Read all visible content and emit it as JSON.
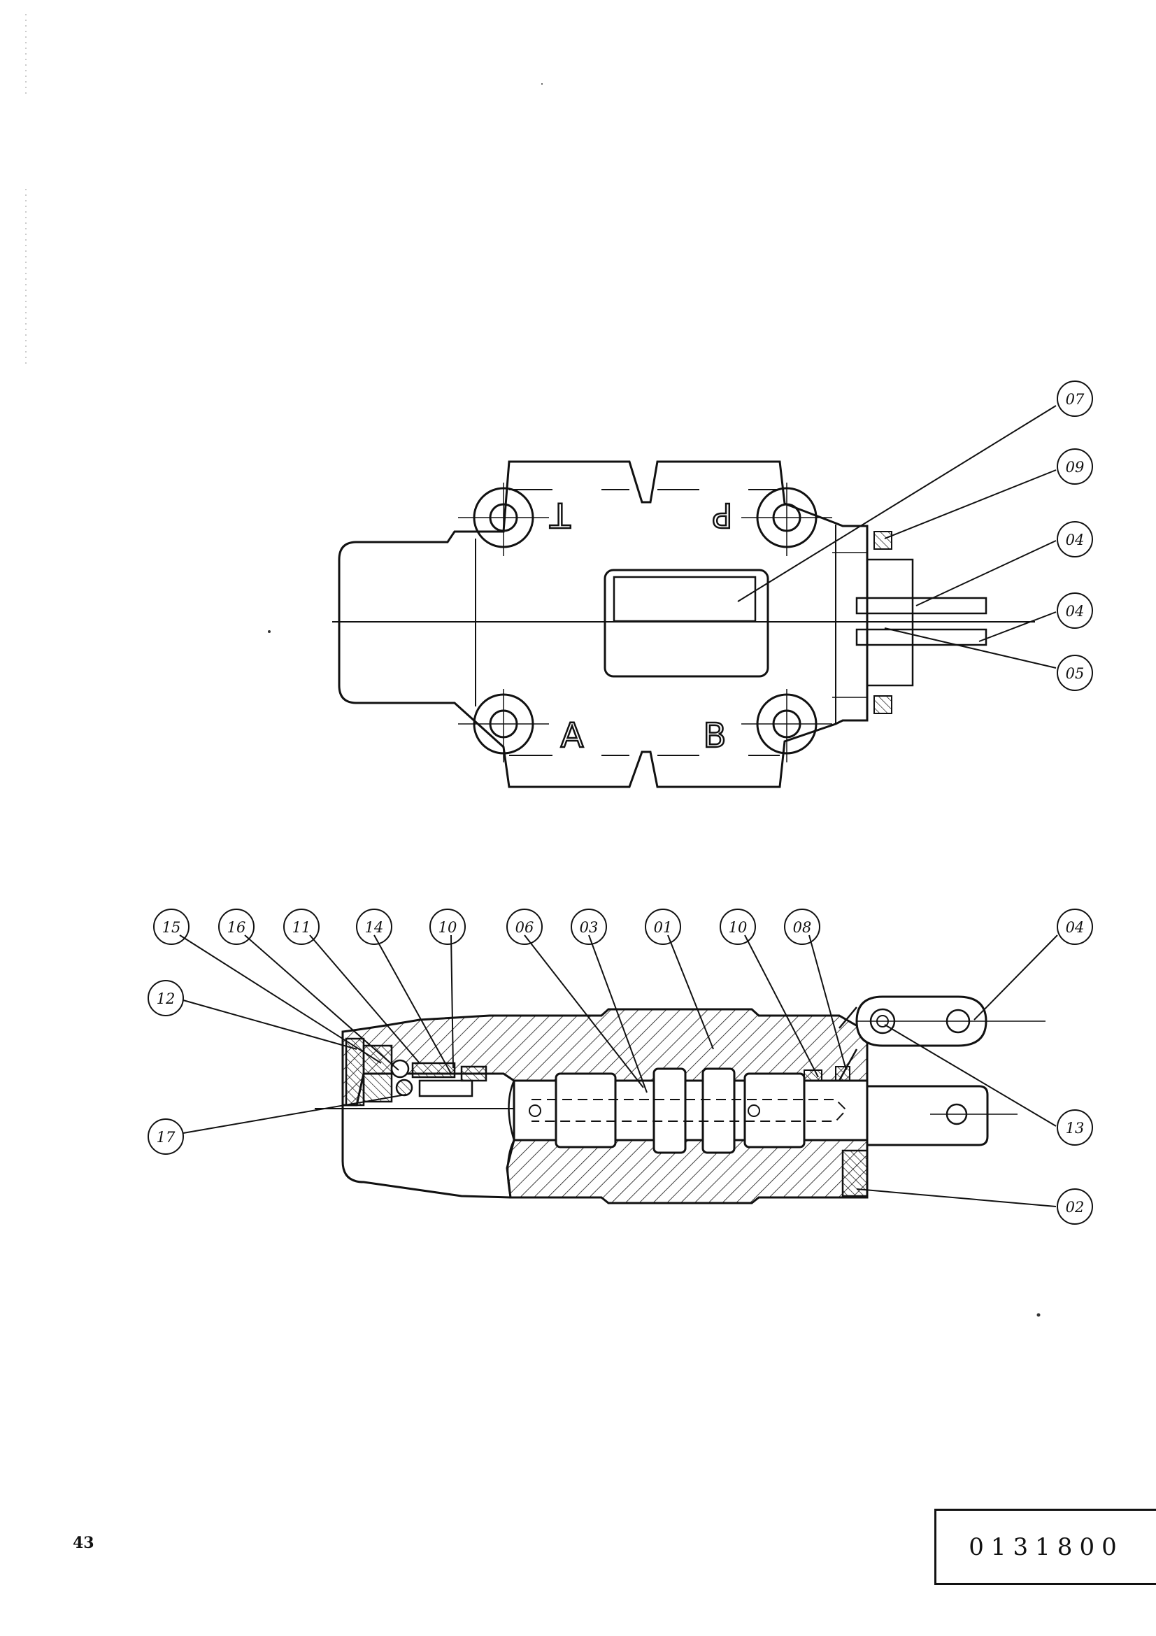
{
  "page_number": "43",
  "drawing_number": "0131800",
  "top_view": {
    "port_labels": [
      "T",
      "P",
      "A",
      "B"
    ],
    "callouts": [
      "07",
      "09",
      "04",
      "04",
      "05"
    ]
  },
  "section_view": {
    "callouts": [
      "15",
      "16",
      "11",
      "14",
      "10",
      "06",
      "03",
      "01",
      "10",
      "08",
      "04",
      "12",
      "17",
      "13",
      "02"
    ]
  }
}
